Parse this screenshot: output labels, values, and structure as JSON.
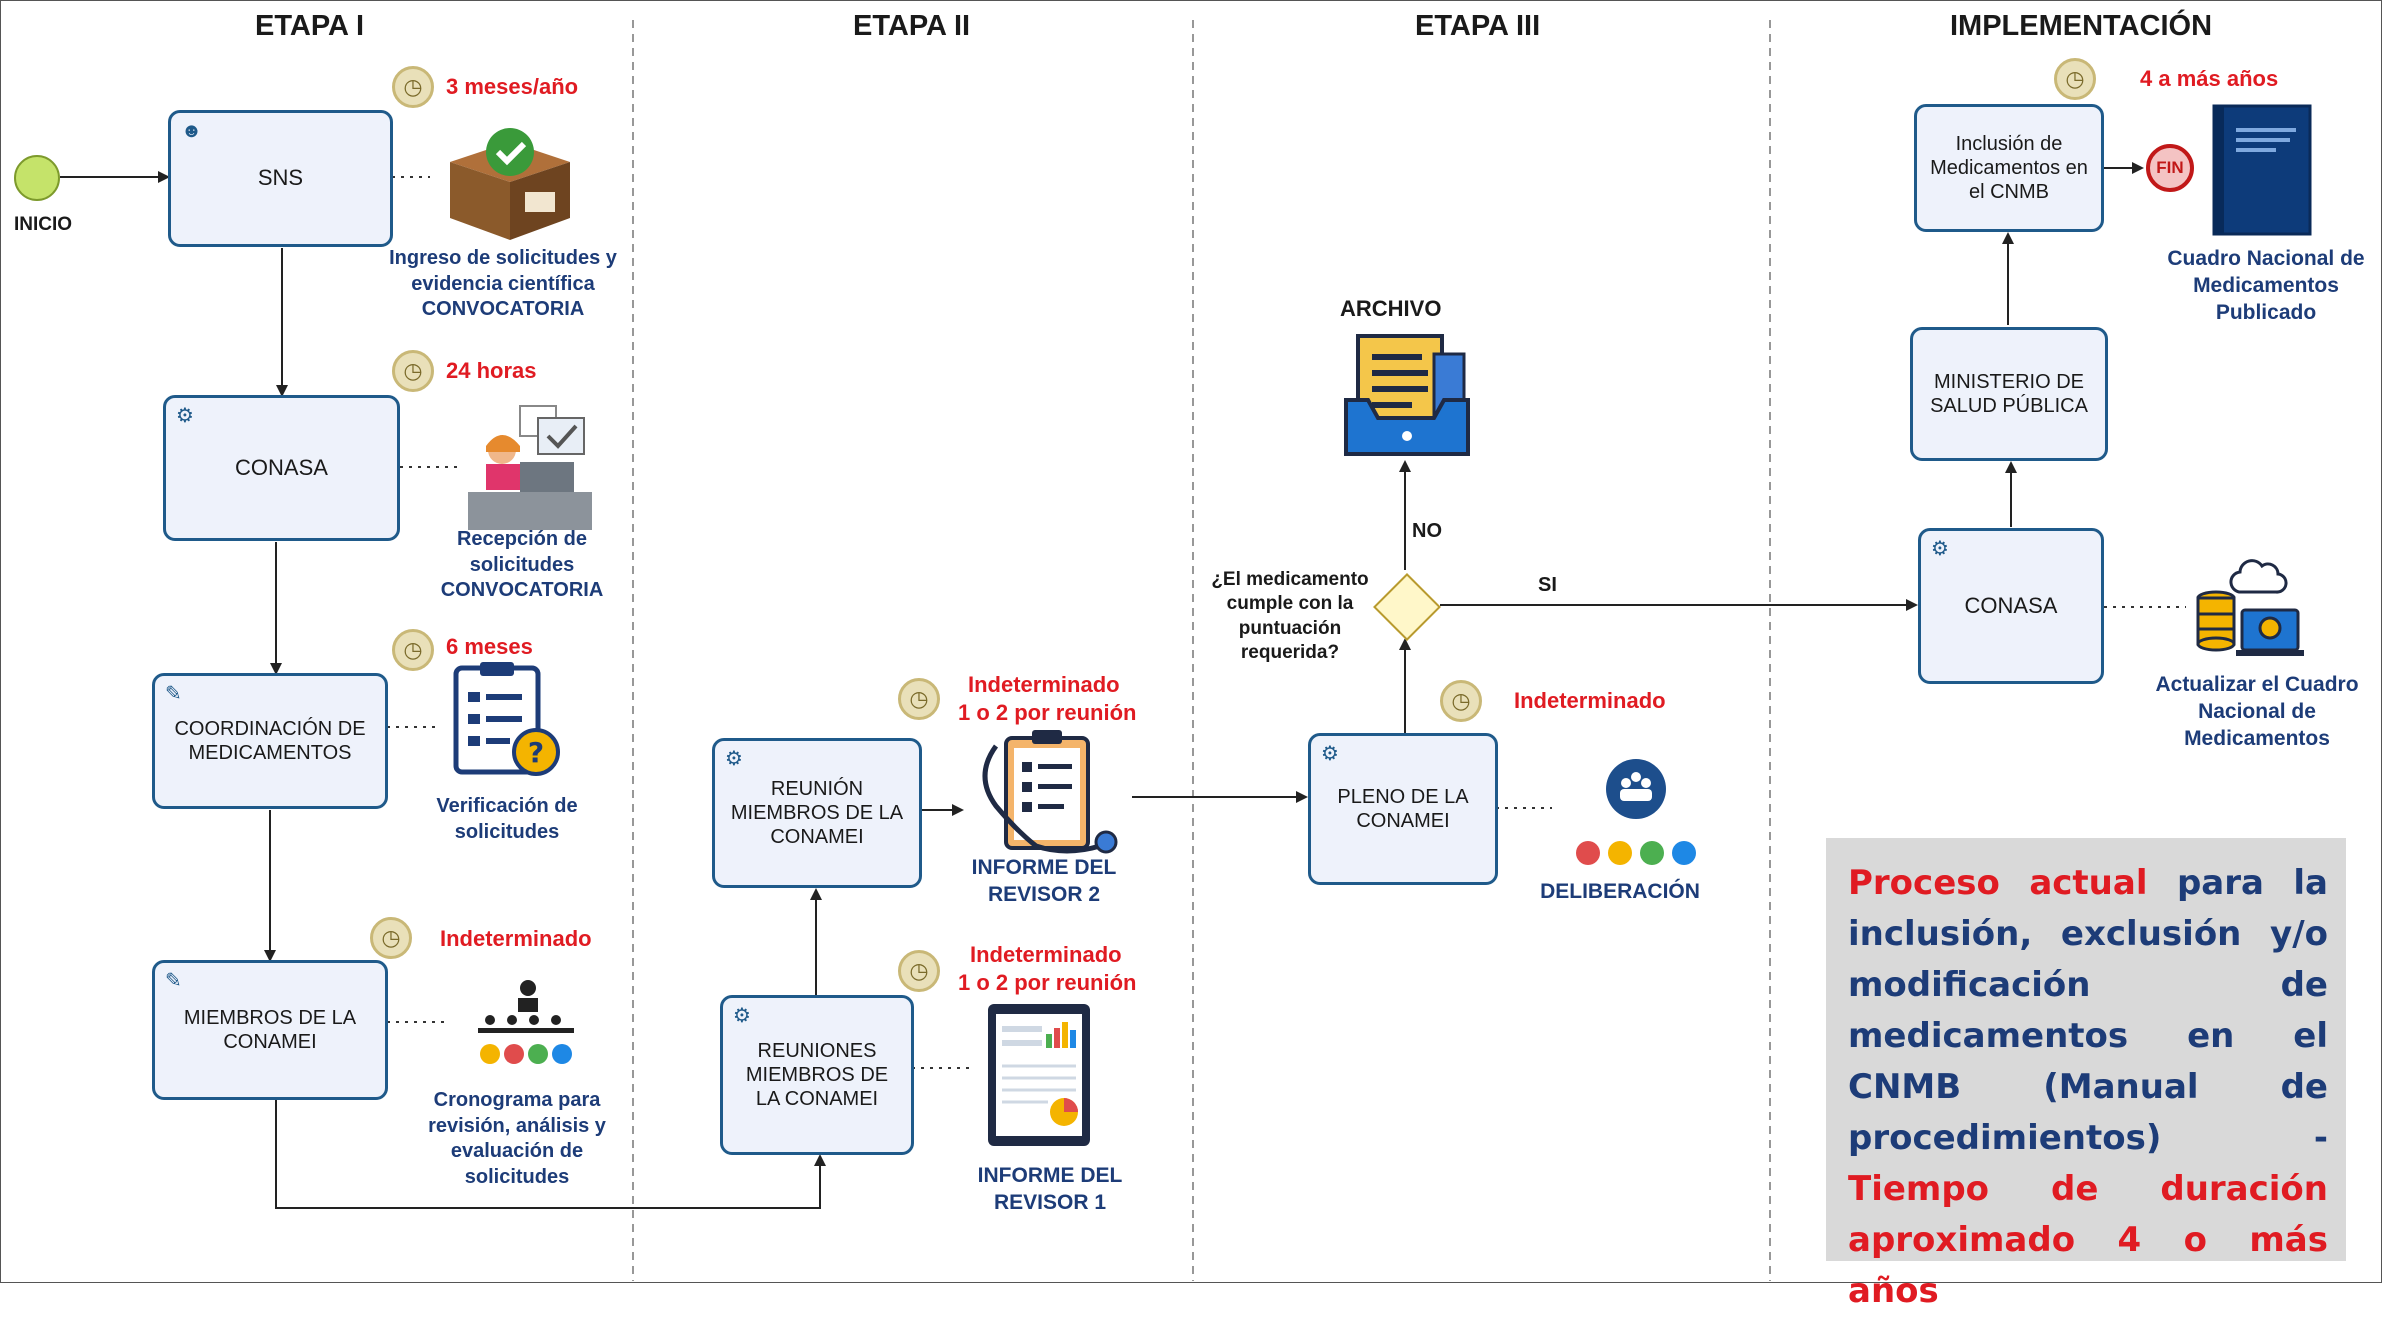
{
  "lanes": [
    "ETAPA I",
    "ETAPA II",
    "ETAPA III",
    "IMPLEMENTACIÓN"
  ],
  "start": {
    "label": "INICIO"
  },
  "end": {
    "label": "FIN"
  },
  "tasks": {
    "sns": "SNS",
    "conasa1": "CONASA",
    "coordinacion": "COORDINACIÓN DE MEDICAMENTOS",
    "miembros": "MIEMBROS DE LA CONAMEI",
    "reuniones": "REUNIONES MIEMBROS DE LA CONAMEI",
    "reunion": "REUNIÓN MIEMBROS DE LA CONAMEI",
    "pleno": "PLENO DE LA CONAMEI",
    "conasa2": "CONASA",
    "ministerio": "MINISTERIO DE SALUD PÚBLICA",
    "inclusion": "Inclusión de Medicamentos en el CNMB"
  },
  "durations": {
    "sns": "3 meses/año",
    "conasa1": "24 horas",
    "coordinacion": "6 meses",
    "miembros": "Indeterminado",
    "reunion_1": "Indeterminado",
    "reunion_2": "1 o 2 por reunión",
    "reuniones_1": "Indeterminado",
    "reuniones_2": "1 o 2 por reunión",
    "pleno": "Indeterminado",
    "inclusion": "4 a más años"
  },
  "artifacts": {
    "ingreso": "Ingreso de solicitudes y evidencia científica CONVOCATORIA",
    "recepcion": "Recepción de solicitudes CONVOCATORIA",
    "verificacion": "Verificación de solicitudes",
    "cronograma": "Cronograma para revisión, análisis y evaluación de solicitudes",
    "informe2": "INFORME DEL REVISOR 2",
    "informe1": "INFORME DEL REVISOR 1",
    "deliberacion": "DELIBERACIÓN",
    "archivo": "ARCHIVO",
    "actualizar": "Actualizar el Cuadro Nacional de Medicamentos",
    "cuadro": "Cuadro Nacional de Medicamentos Publicado"
  },
  "gateway": {
    "question": "¿El medicamento cumple con la puntuación requerida?",
    "no": "NO",
    "yes": "SI"
  },
  "note": {
    "part1": "Proceso actual",
    "part2": " para la inclusión, exclusión y/o modificación de medicamentos en el CNMB (Manual de procedimientos) - ",
    "part3": "Tiempo de duración aproximado 4 o más años"
  },
  "colors": {
    "red": "#e01b22",
    "navy": "#1d3c78",
    "task_border": "#1f5a8a",
    "start": "#c5e36a"
  }
}
